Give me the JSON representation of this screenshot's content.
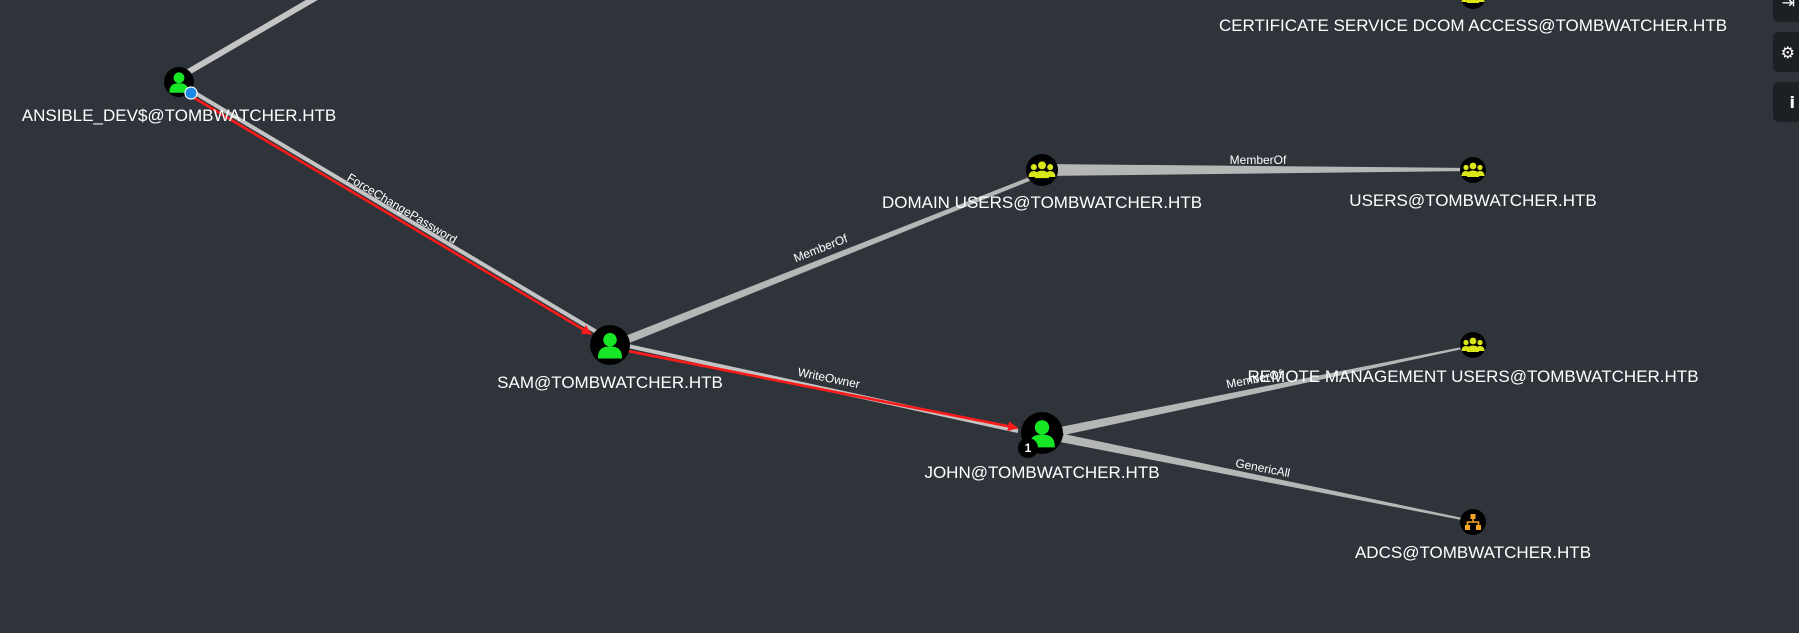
{
  "nodes": {
    "ansible_dev": {
      "label": "ANSIBLE_DEV$@TOMBWATCHER.HTB",
      "type": "computer-user"
    },
    "sam": {
      "label": "SAM@TOMBWATCHER.HTB",
      "type": "user"
    },
    "john": {
      "label": "JOHN@TOMBWATCHER.HTB",
      "type": "user",
      "badge": "1"
    },
    "domain_users": {
      "label": "DOMAIN USERS@TOMBWATCHER.HTB",
      "type": "group"
    },
    "users": {
      "label": "USERS@TOMBWATCHER.HTB",
      "type": "group"
    },
    "remote_mgmt": {
      "label": "REMOTE MANAGEMENT USERS@TOMBWATCHER.HTB",
      "type": "group"
    },
    "adcs": {
      "label": "ADCS@TOMBWATCHER.HTB",
      "type": "ou"
    },
    "cert_dcom": {
      "label": "CERTIFICATE SERVICE DCOM ACCESS@TOMBWATCHER.HTB",
      "type": "group"
    }
  },
  "edges": {
    "force_change_password": {
      "label": "ForceChangePassword",
      "highlighted": true
    },
    "write_owner": {
      "label": "WriteOwner",
      "highlighted": true
    },
    "sam_memberof": {
      "label": "MemberOf"
    },
    "domain_users_memberof": {
      "label": "MemberOf"
    },
    "john_memberof": {
      "label": "MemberOf"
    },
    "generic_all": {
      "label": "GenericAll"
    }
  },
  "colors": {
    "background": "#2f343b",
    "user_node": "#17e625",
    "group_node": "#dbe617",
    "ou_node": "#f5a623",
    "highlight_edge": "#ff1a1a",
    "edge": "#c4c4c4"
  },
  "toolbar": {
    "icons": [
      "export-icon",
      "gear-icon",
      "info-icon"
    ]
  }
}
